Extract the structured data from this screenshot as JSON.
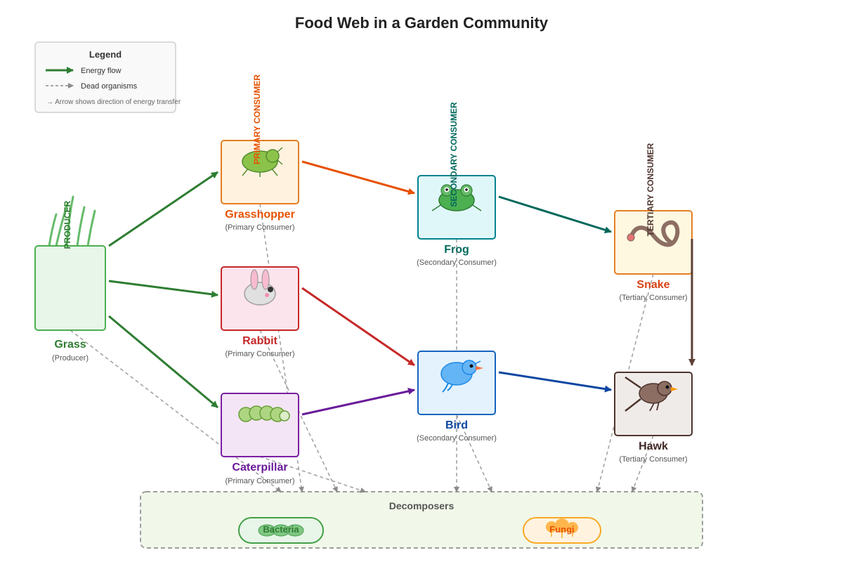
{
  "title": "Food Web in a Garden Community",
  "legend": {
    "title": "Legend",
    "energy_flow": "Energy flow",
    "dead_organisms": "Dead organisms",
    "note": "→ Arrow shows direction of energy transfer"
  },
  "trophic_labels": {
    "producer": "PRODUCER",
    "primary": "PRIMARY CONSUMER",
    "secondary": "SECONDARY CONSUMER",
    "tertiary": "TERTIARY CONSUMER"
  },
  "organisms": {
    "grass": {
      "name": "Grass",
      "role": "(Producer)"
    },
    "grasshopper": {
      "name": "Grasshopper",
      "role": "(Primary Consumer)"
    },
    "rabbit": {
      "name": "Rabbit",
      "role": "(Primary Consumer)"
    },
    "caterpillar": {
      "name": "Caterpillar",
      "role": "(Primary Consumer)"
    },
    "frog": {
      "name": "Frog",
      "role": "(Secondary Consumer)"
    },
    "bird": {
      "name": "Bird",
      "role": "(Secondary Consumer)"
    },
    "snake": {
      "name": "Snake",
      "role": "(Tertiary Consumer)"
    },
    "hawk": {
      "name": "Hawk",
      "role": "(Tertiary Consumer)"
    }
  },
  "decomposers": {
    "title": "Decomposers",
    "bacteria": "Bacteria",
    "fungi": "Fungi"
  },
  "colors": {
    "producer": "#2e7d32",
    "grasshopper": "#e65100",
    "rabbit": "#c62828",
    "caterpillar": "#6a1b9a",
    "frog": "#00695c",
    "bird": "#0d47a1",
    "snake": "#d84315",
    "hawk": "#4e342e",
    "dead_link": "#9e9e9e"
  },
  "energy_links": [
    {
      "from": "grass",
      "to": "grasshopper"
    },
    {
      "from": "grass",
      "to": "rabbit"
    },
    {
      "from": "grass",
      "to": "caterpillar"
    },
    {
      "from": "grasshopper",
      "to": "frog"
    },
    {
      "from": "rabbit",
      "to": "bird"
    },
    {
      "from": "caterpillar",
      "to": "bird"
    },
    {
      "from": "frog",
      "to": "snake"
    },
    {
      "from": "bird",
      "to": "hawk"
    },
    {
      "from": "snake",
      "to": "hawk"
    }
  ]
}
